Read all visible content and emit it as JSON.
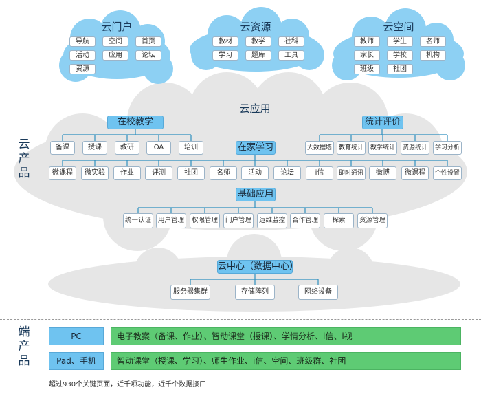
{
  "clouds": {
    "portal": {
      "title": "云门户",
      "items": [
        "导航",
        "空间",
        "首页",
        "活动",
        "应用",
        "论坛",
        "资源"
      ]
    },
    "resource": {
      "title": "云资源",
      "items": [
        "教材",
        "教学",
        "社科",
        "学习",
        "题库",
        "工具"
      ]
    },
    "space": {
      "title": "云空间",
      "items": [
        "教师",
        "学生",
        "名师",
        "家长",
        "学校",
        "机构",
        "班级",
        "社团"
      ]
    }
  },
  "cloud_app": {
    "title": "云应用",
    "school": {
      "title": "在校教学",
      "items": [
        "备课",
        "授课",
        "教研",
        "OA",
        "培训"
      ]
    },
    "stats": {
      "title": "统计评价",
      "items": [
        "大数据墙",
        "教育统计",
        "教学统计",
        "资源统计",
        "学习分析"
      ]
    },
    "home": {
      "title": "在家学习",
      "items": [
        "微课程",
        "微实验",
        "作业",
        "评测",
        "社团",
        "名师",
        "活动",
        "论坛",
        "i信",
        "即时通讯",
        "微博",
        "微课程",
        "个性设置"
      ]
    },
    "base": {
      "title": "基础应用",
      "items": [
        "统一认证",
        "用户管理",
        "权限管理",
        "门户管理",
        "运维监控",
        "合作管理",
        "探索",
        "资源管理"
      ]
    }
  },
  "cloud_center": {
    "title": "云中心（数据中心）",
    "items": [
      "服务器集群",
      "存储阵列",
      "网络设备"
    ]
  },
  "side_labels": {
    "cloud_product": "云产品",
    "terminal_product": "端产品"
  },
  "terminals": [
    {
      "label": "PC",
      "desc": "电子教案（备课、作业）、智动课堂（授课）、学情分析、i信、i视"
    },
    {
      "label": "Pad、手机",
      "desc": "智动课堂（授课、学习）、师生作业、i信、空间、班级群、社团"
    }
  ],
  "footer": "超过930个关键页面，近千项功能，近千个数据接口",
  "colors": {
    "cloud_fill": "#8dd0f3",
    "gray_cloud": "#e8e8e8",
    "header_fill": "#6fc3f0",
    "desc_fill": "#5ecb74",
    "line": "#2f8fbf"
  }
}
